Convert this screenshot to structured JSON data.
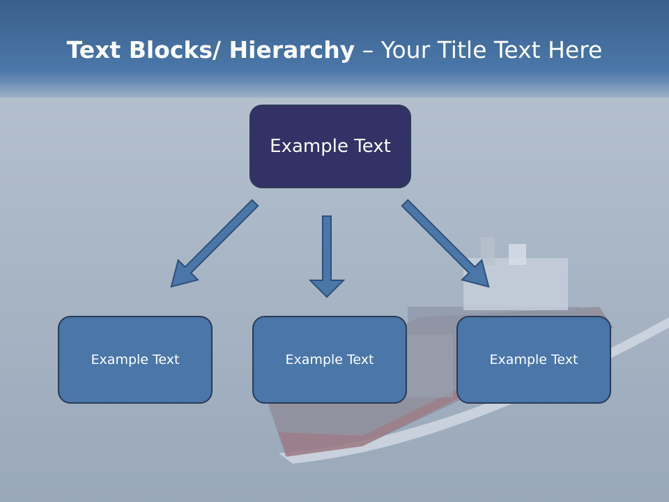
{
  "title": {
    "bold": "Text Blocks/ Hierarchy",
    "rest": " – Your Title Text Here"
  },
  "diagram": {
    "top": "Example Text",
    "children": [
      "Example Text",
      "Example Text",
      "Example Text"
    ]
  },
  "colors": {
    "top_box": "#323266",
    "child_box": "#4a76a8",
    "arrow": "#4a76a8",
    "header": "#3a5f8c"
  }
}
